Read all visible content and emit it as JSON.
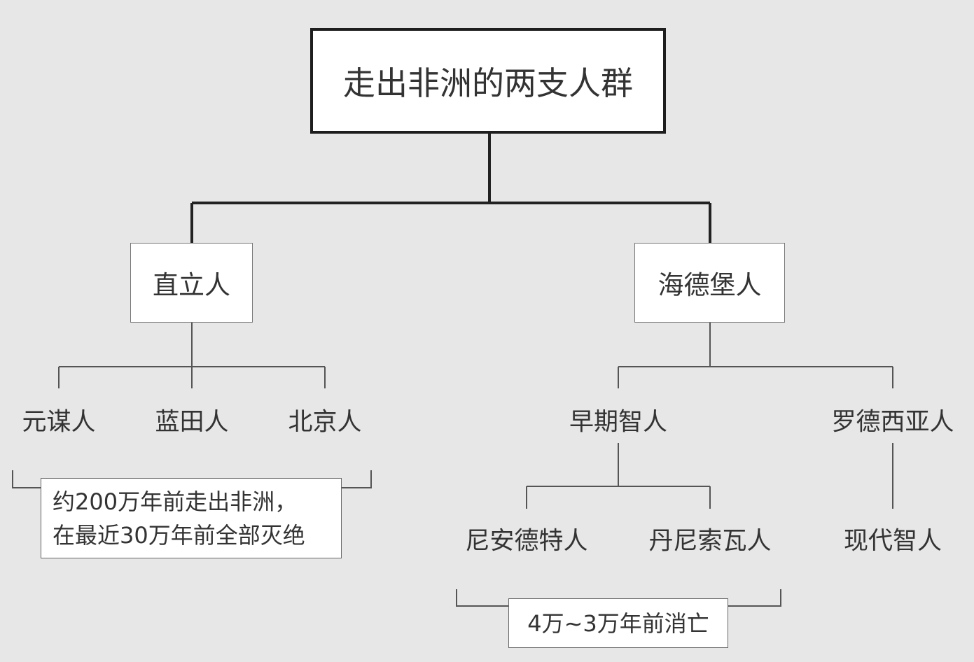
{
  "title": "走出非洲的两支人群",
  "branches": [
    {
      "name": "直立人",
      "children": [
        "元谋人",
        "蓝田人",
        "北京人"
      ],
      "note": [
        "约200万年前走出非洲，",
        "在最近30万年前全部灭绝"
      ]
    },
    {
      "name": "海德堡人",
      "children": [
        "早期智人",
        "罗德西亚人"
      ],
      "grandchildren_early": [
        "尼安德特人",
        "丹尼索瓦人"
      ],
      "grandchild_rhodesian": "现代智人",
      "note": "4万~3万年前消亡"
    }
  ]
}
